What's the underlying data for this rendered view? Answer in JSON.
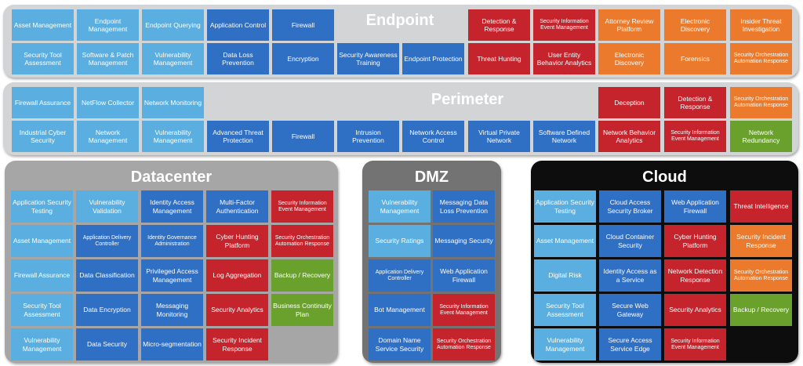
{
  "colors": {
    "light_blue": "#5aaee0",
    "blue": "#2f6fc4",
    "red": "#c5242c",
    "orange": "#ec7a2c",
    "green": "#6aa12c",
    "panel_grey": "#d2d4d6",
    "datacenter_grey": "#a6a6a6",
    "dmz_grey": "#737373",
    "cloud_black": "#0d0d0d"
  },
  "endpoint": {
    "title": "Endpoint",
    "tiles": [
      {
        "label": "Asset Management",
        "color": "light",
        "icon": "asset-management-tile"
      },
      {
        "label": "Endpoint Management",
        "color": "light",
        "icon": "endpoint-management-tile"
      },
      {
        "label": "Endpoint Querying",
        "color": "light",
        "icon": "endpoint-querying-tile"
      },
      {
        "label": "Application Control",
        "color": "blue",
        "icon": "application-control-tile"
      },
      {
        "label": "Firewall",
        "color": "blue",
        "icon": "firewall-tile"
      },
      {
        "label": "Detection & Response",
        "color": "red",
        "icon": "detection-response-tile"
      },
      {
        "label": "Security Information Event Management",
        "color": "red",
        "icon": "siem-tile"
      },
      {
        "label": "Attorney Review Platform",
        "color": "orange",
        "icon": "attorney-review-tile"
      },
      {
        "label": "Electronic Discovery",
        "color": "orange",
        "icon": "electronic-discovery-tile"
      },
      {
        "label": "Insider Threat Investigation",
        "color": "orange",
        "icon": "insider-threat-tile"
      },
      {
        "label": "Security Tool Assessment",
        "color": "light",
        "icon": "security-tool-assessment-tile"
      },
      {
        "label": "Software & Patch Management",
        "color": "light",
        "icon": "patch-management-tile"
      },
      {
        "label": "Vulnerability Management",
        "color": "light",
        "icon": "vulnerability-management-tile"
      },
      {
        "label": "Data Loss Prevention",
        "color": "blue",
        "icon": "data-loss-prevention-tile"
      },
      {
        "label": "Encryption",
        "color": "blue",
        "icon": "encryption-tile"
      },
      {
        "label": "Security Awareness Training",
        "color": "blue",
        "icon": "awareness-training-tile"
      },
      {
        "label": "Endpoint Protection",
        "color": "blue",
        "icon": "endpoint-protection-tile"
      },
      {
        "label": "Threat Hunting",
        "color": "red",
        "icon": "threat-hunting-tile"
      },
      {
        "label": "User Entity Behavior Analytics",
        "color": "red",
        "icon": "ueba-tile"
      },
      {
        "label": "Electronic Discovery",
        "color": "orange",
        "icon": "electronic-discovery-tile-2"
      },
      {
        "label": "Forensics",
        "color": "orange",
        "icon": "forensics-tile"
      },
      {
        "label": "Security Orchestration Automation Response",
        "color": "orange",
        "icon": "soar-tile"
      }
    ]
  },
  "perimeter": {
    "title": "Perimeter",
    "tiles": [
      {
        "label": "Firewall Assurance",
        "color": "light",
        "icon": "firewall-assurance-tile"
      },
      {
        "label": "NetFlow Collector",
        "color": "light",
        "icon": "netflow-collector-tile"
      },
      {
        "label": "Network Monitoring",
        "color": "light",
        "icon": "network-monitoring-tile"
      },
      {
        "label": "Deception",
        "color": "red",
        "icon": "deception-tile"
      },
      {
        "label": "Detection & Response",
        "color": "red",
        "icon": "detection-response-tile"
      },
      {
        "label": "Security Orchestration Automation Response",
        "color": "orange",
        "icon": "soar-tile"
      },
      {
        "label": "Industrial Cyber Security",
        "color": "light",
        "icon": "industrial-cyber-tile"
      },
      {
        "label": "Network Management",
        "color": "light",
        "icon": "network-management-tile"
      },
      {
        "label": "Vulnerability Management",
        "color": "light",
        "icon": "vulnerability-management-tile"
      },
      {
        "label": "Advanced Threat Protection",
        "color": "blue",
        "icon": "atp-tile"
      },
      {
        "label": "Firewall",
        "color": "blue",
        "icon": "firewall-tile"
      },
      {
        "label": "Intrusion Prevention",
        "color": "blue",
        "icon": "intrusion-prevention-tile"
      },
      {
        "label": "Network Access Control",
        "color": "blue",
        "icon": "network-access-control-tile"
      },
      {
        "label": "Virtual Private Network",
        "color": "blue",
        "icon": "vpn-tile"
      },
      {
        "label": "Software Defined Network",
        "color": "blue",
        "icon": "sdn-tile"
      },
      {
        "label": "Network Behavior Analytics",
        "color": "red",
        "icon": "network-behavior-tile"
      },
      {
        "label": "Security Information Event Management",
        "color": "red",
        "icon": "siem-tile"
      },
      {
        "label": "Network Redundancy",
        "color": "green",
        "icon": "network-redundancy-tile"
      }
    ]
  },
  "datacenter": {
    "title": "Datacenter",
    "tiles": [
      {
        "label": "Application Security Testing",
        "color": "light"
      },
      {
        "label": "Vulnerability Validation",
        "color": "light"
      },
      {
        "label": "Identity Access Management",
        "color": "blue"
      },
      {
        "label": "Multi-Factor Authentication",
        "color": "blue"
      },
      {
        "label": "Security Information Event Management",
        "color": "red"
      },
      {
        "label": "Asset Management",
        "color": "light"
      },
      {
        "label": "Application Delivery Controller",
        "color": "blue"
      },
      {
        "label": "Identity Governance Administration",
        "color": "blue"
      },
      {
        "label": "Cyber Hunting Platform",
        "color": "red"
      },
      {
        "label": "Security Orchestration Automation Response",
        "color": "red"
      },
      {
        "label": "Firewall Assurance",
        "color": "light"
      },
      {
        "label": "Data Classification",
        "color": "blue"
      },
      {
        "label": "Privileged Access Management",
        "color": "blue"
      },
      {
        "label": "Log Aggregation",
        "color": "red"
      },
      {
        "label": "Backup / Recovery",
        "color": "green"
      },
      {
        "label": "Security Tool Assessment",
        "color": "light"
      },
      {
        "label": "Data Encryption",
        "color": "blue"
      },
      {
        "label": "Messaging Monitoring",
        "color": "blue"
      },
      {
        "label": "Security Analytics",
        "color": "red"
      },
      {
        "label": "Business Continuity Plan",
        "color": "green"
      },
      {
        "label": "Vulnerability Management",
        "color": "light"
      },
      {
        "label": "Data Security",
        "color": "blue"
      },
      {
        "label": "Micro-segmentation",
        "color": "blue"
      },
      {
        "label": "Security Incident Response",
        "color": "red"
      }
    ]
  },
  "dmz": {
    "title": "DMZ",
    "tiles": [
      {
        "label": "Vulnerability Management",
        "color": "light"
      },
      {
        "label": "Messaging Data Loss Prevention",
        "color": "blue"
      },
      {
        "label": "Security Ratings",
        "color": "light"
      },
      {
        "label": "Messaging Security",
        "color": "blue"
      },
      {
        "label": "Application Delivery Controller",
        "color": "blue"
      },
      {
        "label": "Web Application Firewall",
        "color": "blue"
      },
      {
        "label": "Bot Management",
        "color": "blue"
      },
      {
        "label": "Security Information Event Management",
        "color": "red"
      },
      {
        "label": "Domain Name Service Security",
        "color": "blue"
      },
      {
        "label": "Security Orchestration Automation Response",
        "color": "red"
      }
    ]
  },
  "cloud": {
    "title": "Cloud",
    "tiles": [
      {
        "label": "Application Security Testing",
        "color": "light"
      },
      {
        "label": "Cloud Access Security Broker",
        "color": "blue"
      },
      {
        "label": "Web Application Firewall",
        "color": "blue"
      },
      {
        "label": "Threat Intelligence",
        "color": "red"
      },
      {
        "label": "Asset Management",
        "color": "light"
      },
      {
        "label": "Cloud Container Security",
        "color": "blue"
      },
      {
        "label": "Cyber Hunting Platform",
        "color": "red"
      },
      {
        "label": "Security Incident Response",
        "color": "orange"
      },
      {
        "label": "Digital Risk",
        "color": "light"
      },
      {
        "label": "Identity Access as a Service",
        "color": "blue"
      },
      {
        "label": "Network Detection Response",
        "color": "red"
      },
      {
        "label": "Security Orchestration Automation Response",
        "color": "orange"
      },
      {
        "label": "Security Tool Assessment",
        "color": "light"
      },
      {
        "label": "Secure Web Gateway",
        "color": "blue"
      },
      {
        "label": "Security Analytics",
        "color": "red"
      },
      {
        "label": "Backup / Recovery",
        "color": "green"
      },
      {
        "label": "Vulnerability Management",
        "color": "light"
      },
      {
        "label": "Secure Access Service Edge",
        "color": "blue"
      },
      {
        "label": "Security Information Event Management",
        "color": "red"
      }
    ]
  }
}
